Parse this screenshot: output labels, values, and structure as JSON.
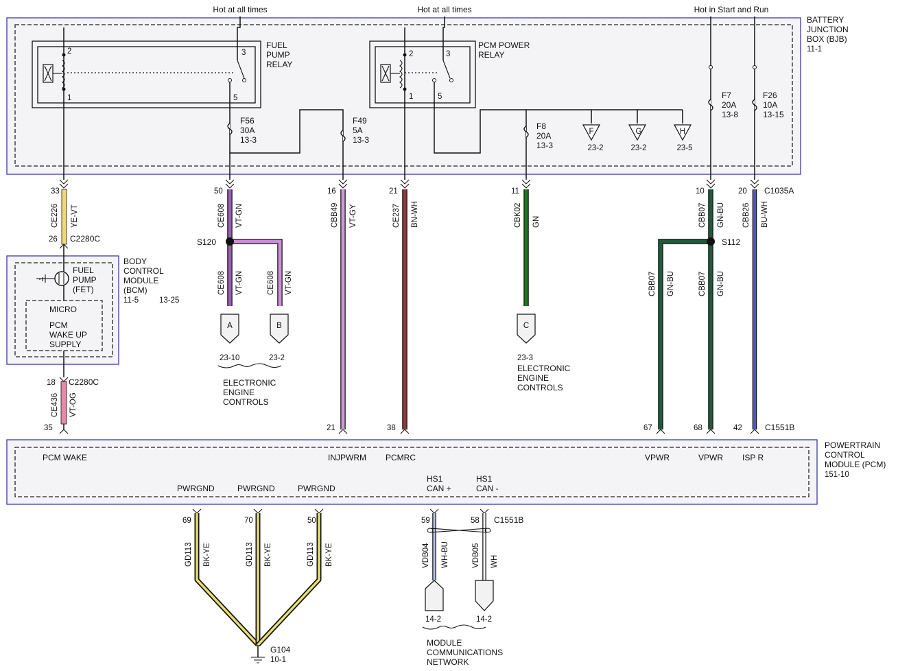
{
  "supply": {
    "hot1": "Hot at all times",
    "hot2": "Hot at all times",
    "hot3": "Hot in Start and Run"
  },
  "bjb": {
    "l1": "BATTERY",
    "l2": "JUNCTION",
    "l3": "BOX (BJB)",
    "ref": "11-1"
  },
  "fuel_relay": {
    "l1": "FUEL",
    "l2": "PUMP",
    "l3": "RELAY",
    "p1": "1",
    "p2": "2",
    "p3": "3",
    "p5": "5"
  },
  "pcm_relay": {
    "l1": "PCM POWER",
    "l2": "RELAY",
    "p1": "1",
    "p2": "2",
    "p3": "3",
    "p5": "5"
  },
  "fuses": {
    "f56": {
      "name": "F56",
      "amp": "30A",
      "ref": "13-3"
    },
    "f49": {
      "name": "F49",
      "amp": "5A",
      "ref": "13-3"
    },
    "f8": {
      "name": "F8",
      "amp": "20A",
      "ref": "13-3"
    },
    "f7": {
      "name": "F7",
      "amp": "20A",
      "ref": "13-8"
    },
    "f26": {
      "name": "F26",
      "amp": "10A",
      "ref": "13-15"
    }
  },
  "offpage": {
    "F": {
      "letter": "F",
      "ref": "23-2"
    },
    "G": {
      "letter": "G",
      "ref": "23-2"
    },
    "H": {
      "letter": "H",
      "ref": "23-5"
    },
    "A": {
      "letter": "A",
      "ref": "23-10"
    },
    "B": {
      "letter": "B",
      "ref": "23-2"
    },
    "C": {
      "letter": "C",
      "ref": "23-3"
    }
  },
  "eec1": {
    "l1": "ELECTRONIC",
    "l2": "ENGINE",
    "l3": "CONTROLS"
  },
  "eec2": {
    "l1": "ELECTRONIC",
    "l2": "ENGINE",
    "l3": "CONTROLS"
  },
  "bcm": {
    "l1": "BODY",
    "l2": "CONTROL",
    "l3": "MODULE",
    "l4": "(BCM)",
    "ref1": "11-5",
    "ref2": "13-25",
    "fet1": "FUEL",
    "fet2": "PUMP",
    "fet3": "(FET)",
    "micro": "MICRO",
    "sup1": "PCM",
    "sup2": "WAKE UP",
    "sup3": "SUPPLY"
  },
  "pcm": {
    "l1": "POWERTRAIN",
    "l2": "CONTROL",
    "l3": "MODULE (PCM)",
    "ref": "151-10",
    "pcm_wake": "PCM WAKE",
    "injpwrm": "INJPWRM",
    "pcmrc": "PCMRC",
    "vpwr1": "VPWR",
    "vpwr2": "VPWR",
    "ispr": "ISP R",
    "pwrgnd1": "PWRGND",
    "pwrgnd2": "PWRGND",
    "pwrgnd3": "PWRGND",
    "hs1a": "HS1",
    "canp": "CAN +",
    "hs1b": "HS1",
    "canm": "CAN -"
  },
  "connectors": {
    "c1035a": "C1035A",
    "c2280c_a": "C2280C",
    "c2280c_b": "C2280C",
    "c1551b_a": "C1551B",
    "c1551b_b": "C1551B"
  },
  "pins": {
    "p33": "33",
    "p26": "26",
    "p18": "18",
    "p35": "35",
    "p50": "50",
    "p16": "16",
    "p21a": "21",
    "p11": "11",
    "p10": "10",
    "p20": "20",
    "p21b": "21",
    "p38": "38",
    "p67": "67",
    "p68": "68",
    "p42": "42",
    "p69": "69",
    "p70": "70",
    "p50b": "50",
    "p59": "59",
    "p58": "58"
  },
  "splices": {
    "s120": "S120",
    "s112": "S112"
  },
  "circuits": {
    "ce226": {
      "code": "CE226",
      "color": "YE-VT"
    },
    "ce436": {
      "code": "CE436",
      "color": "VT-OG"
    },
    "ce608a": {
      "code": "CE608",
      "color": "VT-GN"
    },
    "ce608b": {
      "code": "CE608",
      "color": "VT-GN"
    },
    "ce608c": {
      "code": "CE608",
      "color": "VT-GN"
    },
    "cbb49": {
      "code": "CBB49",
      "color": "VT-GY"
    },
    "ce237": {
      "code": "CE237",
      "color": "BN-WH"
    },
    "cbk02": {
      "code": "CBK02",
      "color": "GN"
    },
    "cbb07a": {
      "code": "CBB07",
      "color": "GN-BU"
    },
    "cbb07b": {
      "code": "CBB07",
      "color": "GN-BU"
    },
    "cbb07c": {
      "code": "CBB07",
      "color": "GN-BU"
    },
    "cbb26": {
      "code": "CBB26",
      "color": "BU-WH"
    },
    "gd113a": {
      "code": "GD113",
      "color": "BK-YE"
    },
    "gd113b": {
      "code": "GD113",
      "color": "BK-YE"
    },
    "gd113c": {
      "code": "GD113",
      "color": "BK-YE"
    },
    "vdb04": {
      "code": "VDB04",
      "color": "WH-BU"
    },
    "vdb05": {
      "code": "VDB05",
      "color": "WH"
    }
  },
  "can": {
    "ref1": "14-2",
    "ref2": "14-2",
    "l1": "MODULE",
    "l2": "COMMUNICATIONS",
    "l3": "NETWORK"
  },
  "ground": {
    "name": "G104",
    "ref": "10-1"
  },
  "wire_colors": {
    "yellow_violet": "#f2d77a",
    "pink_orange": "#e58aa8",
    "violet_green": "#9a5fb5",
    "violet_gray": "#cc99d6",
    "brown_white": "#7a2e2e",
    "green": "#1f7a1f",
    "green_blue": "#1f5a3c",
    "blue_white": "#4a4ad6",
    "black_yellow": "#e8e070"
  }
}
